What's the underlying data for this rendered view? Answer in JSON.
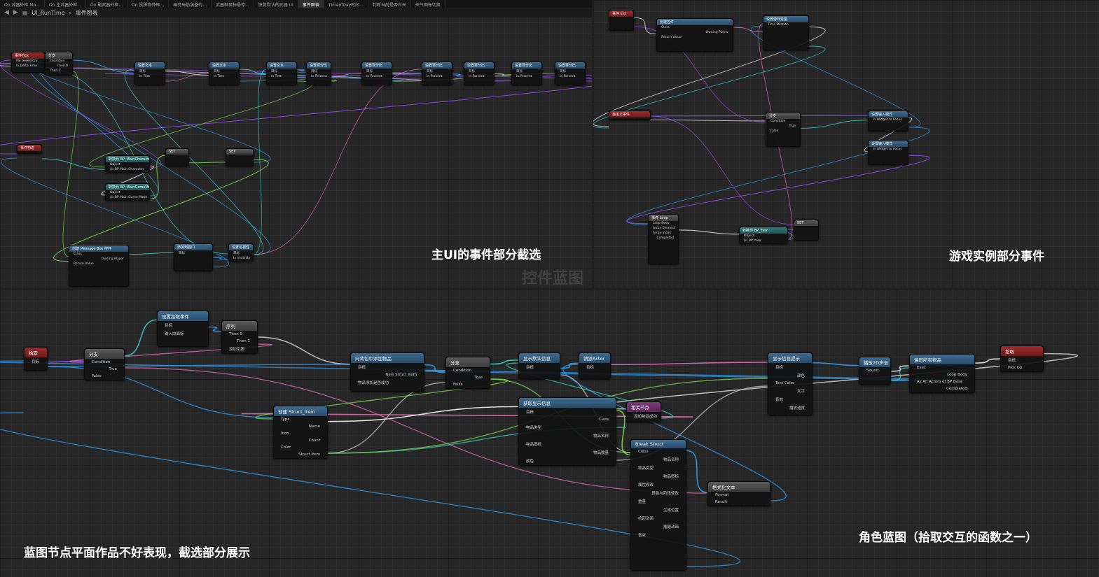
{
  "editor": {
    "tabs": [
      "On 武器外框 Mo...",
      "On 主武器外框...",
      "On 副武器外框...",
      "On 投掷物外框...",
      "画亮当前装备的...",
      "武器框鼠标悬停...",
      "恢复默认的武器 UI",
      "事件图表",
      "TimeofDay时间...",
      "判断当前是否白天",
      "天气图标切换"
    ],
    "active_tab": "事件图表",
    "breadcrumb_root": "UI_RunTime",
    "breadcrumb_current": "事件图表",
    "watermark": "控件蓝图"
  },
  "captions": {
    "main_ui": "主UI的事件部分截选",
    "game_instance": "游戏实例部分事件",
    "character": "角色蓝图（拾取交互的函数之一）",
    "note": "蓝图节点平面作品不好表现，截选部分展示"
  },
  "panel1_nodes": [
    {
      "title": "事件Tick",
      "pins": [
        "My Geometry",
        "In Delta Time"
      ],
      "style": "h-red"
    },
    {
      "title": "分支",
      "pins": [
        "Condition",
        "Then 0",
        "Then 1"
      ],
      "style": "h-gray"
    },
    {
      "title": "设置文本",
      "pins": [
        "目标",
        "In Text"
      ],
      "style": "h-blue"
    },
    {
      "title": "设置文本",
      "pins": [
        "目标",
        "In Text"
      ],
      "style": "h-blue"
    },
    {
      "title": "设置文本",
      "pins": [
        "目标",
        "In Text"
      ],
      "style": "h-blue"
    },
    {
      "title": "设置百分比",
      "pins": [
        "目标",
        "In Percent"
      ],
      "style": "h-blue"
    },
    {
      "title": "设置百分比",
      "pins": [
        "目标",
        "In Percent"
      ],
      "style": "h-blue"
    },
    {
      "title": "设置百分比",
      "pins": [
        "目标",
        "In Percent"
      ],
      "style": "h-blue"
    },
    {
      "title": "设置百分比",
      "pins": [
        "目标",
        "In Percent"
      ],
      "style": "h-blue"
    },
    {
      "title": "设置百分比",
      "pins": [
        "目标",
        "In Percent"
      ],
      "style": "h-blue"
    },
    {
      "title": "设置百分比",
      "pins": [
        "目标",
        "In Percent"
      ],
      "style": "h-blue"
    },
    {
      "title": "事件构造",
      "pins": [],
      "style": "h-red"
    },
    {
      "title": "转换为 BP_MainCharacter",
      "pins": [
        "Object",
        "As BP Main Character"
      ],
      "style": "h-teal"
    },
    {
      "title": "转换为 BP_MainGameMode",
      "pins": [
        "Object",
        "As BP Main Game Mode"
      ],
      "style": "h-teal"
    },
    {
      "title": "SET",
      "pins": [],
      "style": "h-gray"
    },
    {
      "title": "SET",
      "pins": [],
      "style": "h-gray"
    },
    {
      "title": "创建 Message Box 控件",
      "pins": [
        "Class",
        "Owning Player",
        "Return Value"
      ],
      "style": "h-blue"
    },
    {
      "title": "添加到视口",
      "pins": [
        "目标"
      ],
      "style": "h-blue"
    },
    {
      "title": "设置可视性",
      "pins": [
        "目标",
        "In Visibility"
      ],
      "style": "h-blue"
    }
  ],
  "panel2_nodes": [
    {
      "title": "事件 Init",
      "pins": [],
      "style": "h-red"
    },
    {
      "title": "创建控件",
      "pins": [
        "Class",
        "Owning Player",
        "Return Value"
      ],
      "style": "h-blue"
    },
    {
      "title": "设置游戏速度",
      "pins": [
        "Time Dilation"
      ],
      "style": "h-blue"
    },
    {
      "title": "自定义事件",
      "pins": [],
      "style": "h-red"
    },
    {
      "title": "分支",
      "pins": [
        "Condition",
        "True",
        "False"
      ],
      "style": "h-gray"
    },
    {
      "title": "设置输入模式",
      "pins": [
        "In Widget to Focus"
      ],
      "style": "h-blue"
    },
    {
      "title": "设置输入模式",
      "pins": [
        "In Widget to Focus"
      ],
      "style": "h-blue"
    },
    {
      "title": "事件 Loop",
      "pins": [
        "Loop Body",
        "Array Element",
        "Array Index",
        "Completed"
      ],
      "style": "h-gray"
    },
    {
      "title": "转换为 BP_Item",
      "pins": [
        "Object",
        "As BP Item"
      ],
      "style": "h-teal"
    },
    {
      "title": "SET",
      "pins": [],
      "style": "h-gray"
    }
  ],
  "panel3_nodes": [
    {
      "title": "拾取",
      "pins": [
        "目标"
      ],
      "style": "h-red"
    },
    {
      "title": "分支",
      "pins": [
        "Condition",
        "True",
        "False"
      ],
      "style": "h-gray"
    },
    {
      "title": "设置拾取事件",
      "pins": [
        "目标",
        "输入由面标"
      ],
      "style": "h-blue"
    },
    {
      "title": "序列",
      "pins": [
        "Then 0",
        "Then 1",
        "添加引脚"
      ],
      "style": "h-gray"
    },
    {
      "title": "向背包中添加物品",
      "pins": [
        "目标",
        "New Struct Item",
        "物品添加是否成功"
      ],
      "style": "h-blue"
    },
    {
      "title": "分支",
      "pins": [
        "Condition",
        "True",
        "False"
      ],
      "style": "h-gray"
    },
    {
      "title": "显示默认信息",
      "pins": [
        "目标"
      ],
      "style": "h-blue"
    },
    {
      "title": "销毁Actor",
      "pins": [
        "目标"
      ],
      "style": "h-blue"
    },
    {
      "title": "显示信息提示",
      "pins": [
        "目标",
        "颜色",
        "Text Color",
        "文字",
        "音效",
        "播放速度"
      ],
      "style": "h-blue"
    },
    {
      "title": "播放2D声音",
      "pins": [
        "Sound"
      ],
      "style": "h-blue"
    },
    {
      "title": "遍历所有物品",
      "pins": [
        "Exec",
        "Loop Body",
        "As All Actors of BP Base",
        "Completed"
      ],
      "style": "h-blue"
    },
    {
      "title": "拾取",
      "pins": [
        "目标",
        "Pick Up"
      ],
      "style": "h-red"
    },
    {
      "title": "相关节点",
      "pins": [
        "添加物品成功"
      ],
      "style": "h-purple"
    },
    {
      "title": "创建 Struct_Item",
      "pins": [
        "Type",
        "Name",
        "Icon",
        "Count",
        "Color",
        "Struct Item"
      ],
      "style": "h-blue"
    },
    {
      "title": "获取显示信息",
      "pins": [
        "目标",
        "Class",
        "物品类型",
        "物品名称",
        "物品图标",
        "物品数量",
        "颜色"
      ],
      "style": "h-blue"
    },
    {
      "title": "Break Struct",
      "pins": [
        "Class",
        "物品名称",
        "物品类型",
        "物品图标",
        "属性修改",
        "颜色与阶段修改",
        "重量",
        "生成位置",
        "捡起动画",
        "摧毁动画",
        "音效"
      ],
      "style": "h-blue"
    },
    {
      "title": "格式化文本",
      "pins": [
        "Format",
        "Result"
      ],
      "style": "h-gray"
    }
  ]
}
